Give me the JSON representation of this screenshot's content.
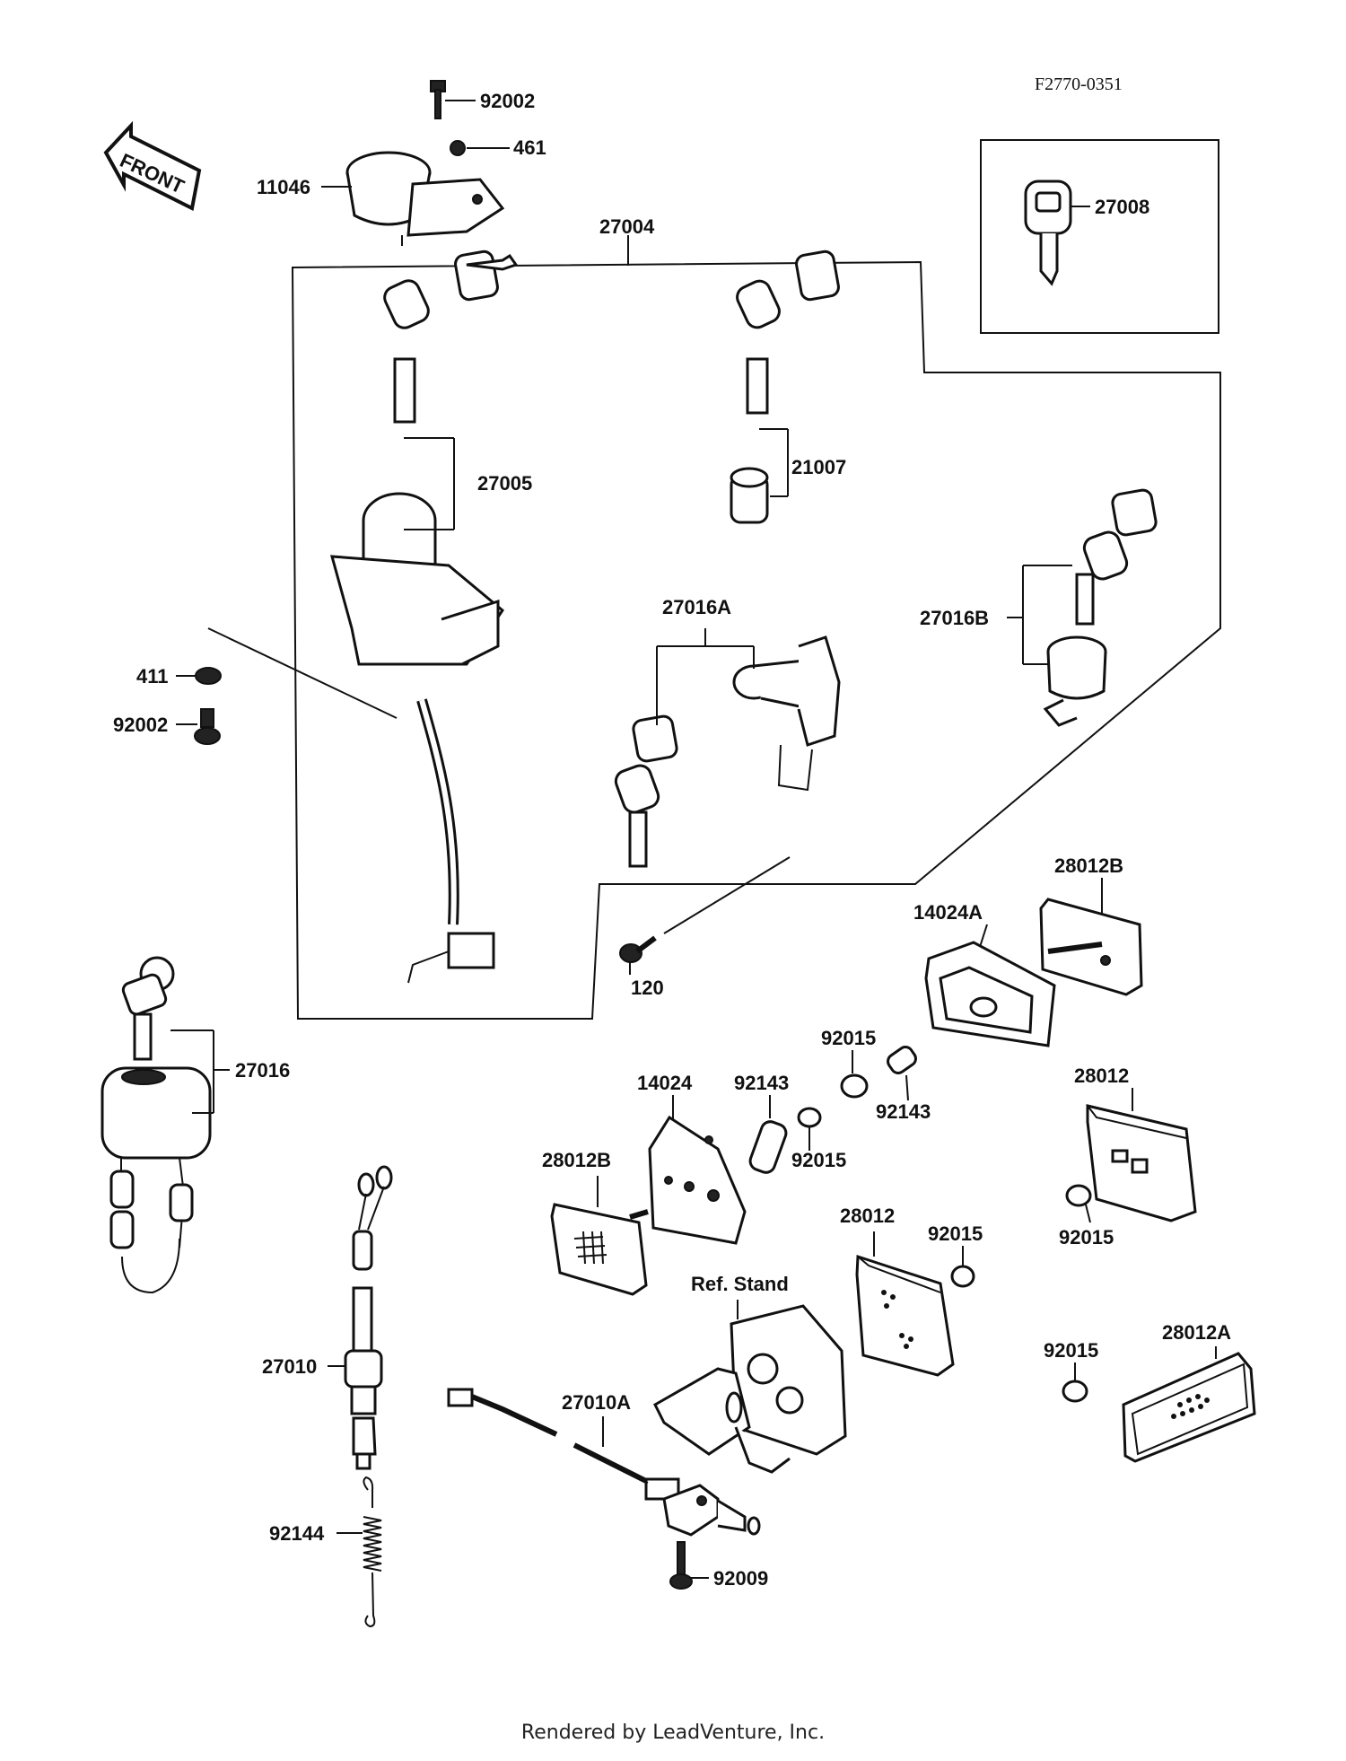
{
  "diagram": {
    "code": "F2770-0351",
    "front_arrow": "FRONT",
    "labels": {
      "p92002_top": "92002",
      "p461": "461",
      "p11046": "11046",
      "p27004": "27004",
      "p27008": "27008",
      "p27005": "27005",
      "p21007": "21007",
      "p27016B": "27016B",
      "p27016A": "27016A",
      "p411": "411",
      "p92002_left": "92002",
      "p120": "120",
      "p28012B_top": "28012B",
      "p14024A": "14024A",
      "p27016": "27016",
      "p92015_a": "92015",
      "p92143_a": "92143",
      "p14024": "14024",
      "p92143_b": "92143",
      "p28012_right": "28012",
      "p28012B_left": "28012B",
      "p92015_b": "92015",
      "p28012_mid": "28012",
      "p92015_c": "92015",
      "p92015_d": "92015",
      "ref_stand": "Ref. Stand",
      "p27010": "27010",
      "p27010A": "27010A",
      "p92015_e": "92015",
      "p28012A": "28012A",
      "p92144": "92144",
      "p92009": "92009"
    }
  },
  "footer": "Rendered by LeadVenture, Inc."
}
